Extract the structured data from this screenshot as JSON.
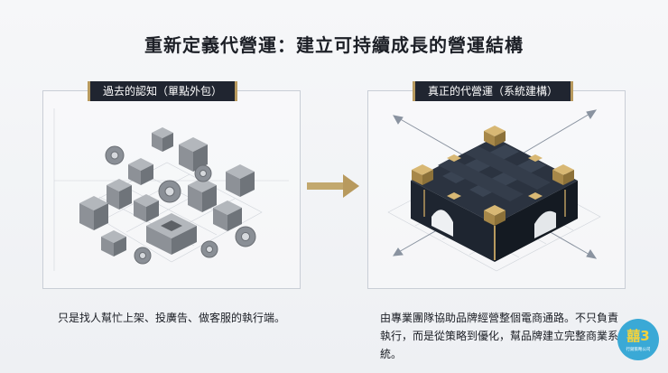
{
  "title": "重新定義代營運：建立可持續成長的營運結構",
  "left_panel": {
    "label": "過去的認知（單點外包）",
    "caption": "只是找人幫忙上架、投廣告、做客服的執行端。"
  },
  "right_panel": {
    "label": "真正的代營運（系統建構）",
    "caption_lines": [
      "由專業團隊協助品牌經營整個電商通路。不只負責",
      "執行，而是從策略到優化，幫品牌建立完整商業系統。"
    ]
  },
  "logo": {
    "main": "囍3",
    "sub": "行銷策略公司"
  },
  "colors": {
    "accent_gold": "#b89a5e",
    "dark_navy": "#1e2530",
    "logo_blue": "#3aa9d6",
    "gray_block": "#8a8f96"
  },
  "icons": [
    "scattered-gray-blocks-and-gears",
    "interlocking-navy-gold-structure",
    "right-arrow-icon"
  ]
}
